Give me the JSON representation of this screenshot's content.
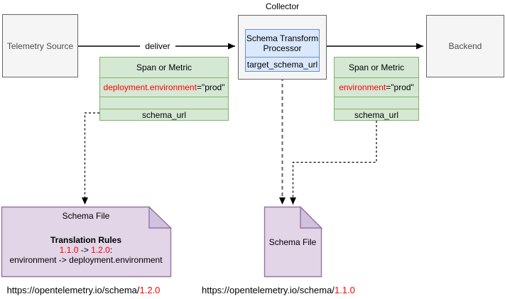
{
  "nodes": {
    "telemetry_source": {
      "label": "Telemetry Source"
    },
    "collector": {
      "label": "Collector"
    },
    "processor": {
      "title": "Schema Transform Processor",
      "field": "target_schema_url"
    },
    "backend": {
      "label": "Backend"
    },
    "span_left": {
      "header": "Span or Metric",
      "attr_name": "deployment.environment",
      "attr_value": "=\"prod\"",
      "field": "schema_url"
    },
    "span_right": {
      "header": "Span or Metric",
      "attr_name": "environment",
      "attr_value": "=\"prod\"",
      "field": "schema_url"
    },
    "schema_file_left": {
      "title": "Schema File",
      "rules_heading": "Translation Rules",
      "version_from": "1.1.0",
      "arrow": " -> ",
      "version_to": "1.2.0",
      "colon": ":",
      "mapping": "environment -> deployment.environment"
    },
    "schema_file_mid": {
      "title": "Schema File"
    }
  },
  "edges": {
    "deliver_label": "deliver"
  },
  "urls": {
    "left_base": "https://opentelemetry.io/schema/",
    "left_version": "1.2.0",
    "mid_base": "https://opentelemetry.io/schema/",
    "mid_version": "1.1.0"
  },
  "colors": {
    "green_fill": "#d5e8d4",
    "green_stroke": "#82b366",
    "blue_fill": "#dae8fc",
    "blue_stroke": "#6c8ebf",
    "purple_fill": "#e1d5e7",
    "purple_fold": "#d0c1dc",
    "purple_stroke": "#9673a6",
    "gray_fill": "#f5f5f5",
    "gray_stroke": "#666666",
    "red_text": "#ff0000",
    "gray_dash": "#666666"
  }
}
